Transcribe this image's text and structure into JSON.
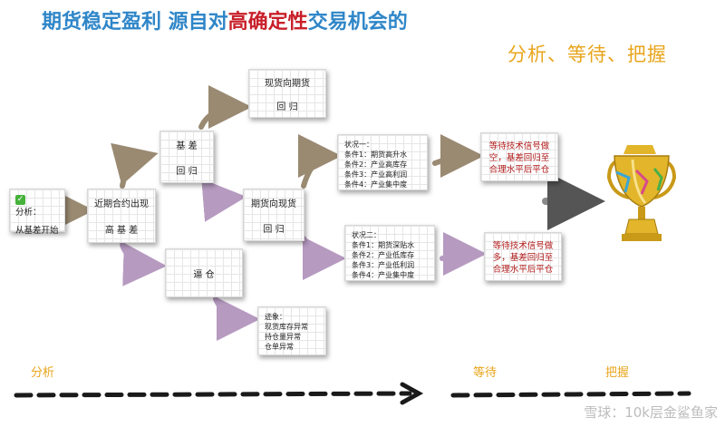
{
  "title": {
    "part1": "期货稳定盈利  源自对",
    "highlight": "高确定性",
    "part2": "交易机会的"
  },
  "subtitle": "分析、等待、把握",
  "boxes": {
    "start": {
      "line1": "分析：",
      "line2": "从基差开始"
    },
    "high_basis": {
      "line1": "近期合约出现",
      "line2": "高 基 差"
    },
    "basis_return": {
      "line1": "基    差",
      "line2": "回    归"
    },
    "spot_to_futures": {
      "line1": "现货向期货",
      "line2": "回    归"
    },
    "futures_to_spot": {
      "line1": "期货向现货",
      "line2": "回    归"
    },
    "squeeze": {
      "line1": "逼    仓"
    },
    "signs": {
      "title": "迹象：",
      "items": [
        "现货库存异常",
        "持仓量异常",
        "仓单异常"
      ]
    },
    "case1": {
      "title": "状况一：",
      "items": [
        "条件1：期货高升水",
        "条件2：产业高库存",
        "条件3：产业高利润",
        "条件4：产业集中度"
      ]
    },
    "case2": {
      "title": "状况二：",
      "items": [
        "条件1：期货深贴水",
        "条件2：产业低库存",
        "条件3：产业低利润",
        "条件4：产业集中度"
      ]
    },
    "wait1": {
      "lines": [
        "等待技术信号做",
        "空，基差回归至",
        "合理水平后平仓"
      ]
    },
    "wait2": {
      "lines": [
        "等待技术信号做",
        "多，基差回归至",
        "合理水平后平仓"
      ]
    }
  },
  "stages": {
    "analyze": "分析",
    "wait": "等待",
    "grasp": "把握"
  },
  "watermark": "雪球：10k层金鲨鱼家",
  "colors": {
    "title_blue": "#2f86c8",
    "highlight_red": "#c8202a",
    "gold": "#e8a51c",
    "red_text": "#b01818"
  }
}
